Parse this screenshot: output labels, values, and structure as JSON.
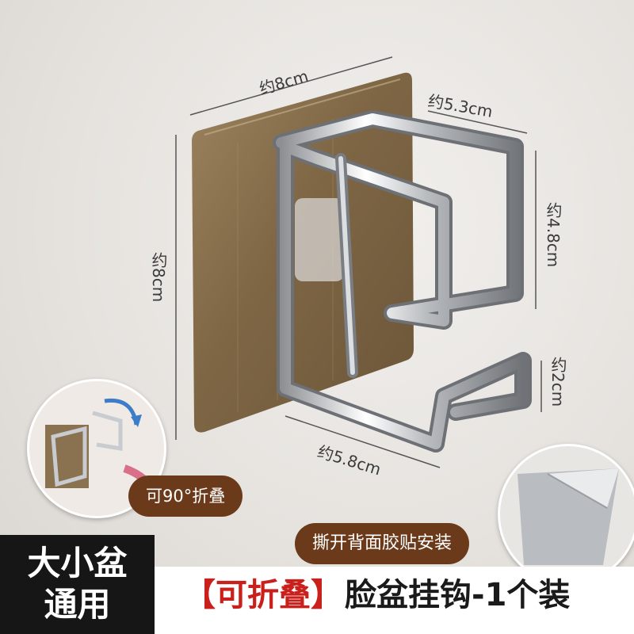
{
  "dimensions": {
    "top_width": "约8cm",
    "left_height": "约8cm",
    "depth_top": "约5.3cm",
    "right_height": "约4.8cm",
    "hook_height": "约2cm",
    "bottom_depth": "约5.8cm"
  },
  "badges": {
    "foldable": "可90°折叠",
    "install": "撕开背面胶贴安装"
  },
  "bottom_bar": {
    "left_line1": "大小盆",
    "left_line2": "通用",
    "title_accent": "【可折叠】",
    "title_main": "脸盆挂钩-1个装"
  },
  "colors": {
    "plate": "#8a7250",
    "badge_bg": "#6a3a1a",
    "accent_red": "#c9201c",
    "dark_box": "#161616"
  }
}
